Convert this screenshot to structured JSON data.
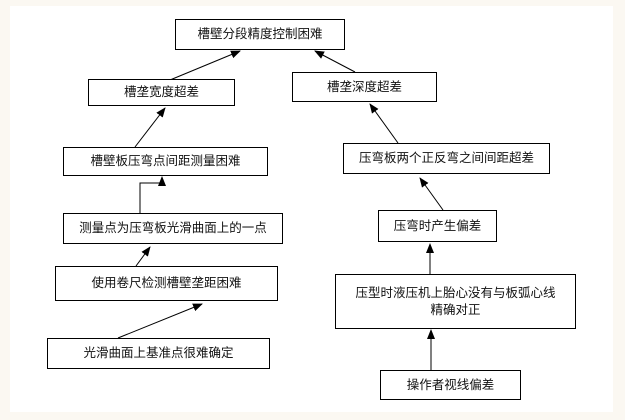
{
  "nodes": {
    "top": "槽壁分段精度控制困难",
    "width_out": "槽垄宽度超差",
    "depth_out": "槽垄深度超差",
    "dist_hard": "槽壁板压弯点间距测量困难",
    "pb_dist": "压弯板两个正反弯之间间距超差",
    "smooth_pt": "测量点为压弯板光滑曲面上的一点",
    "bend_dev": "压弯时产生偏差",
    "tape_hard": "使用卷尺检测槽壁垄距困难",
    "press_line1": "压型时液压机上胎心没有与板弧心线",
    "press_line2": "精确对正",
    "base_pt": "光滑曲面上基准点很难确定",
    "operator": "操作者视线偏差"
  },
  "colors": {
    "page_bg": "#fbf8f2",
    "panel_bg": "#ffffff",
    "line": "#000000"
  }
}
